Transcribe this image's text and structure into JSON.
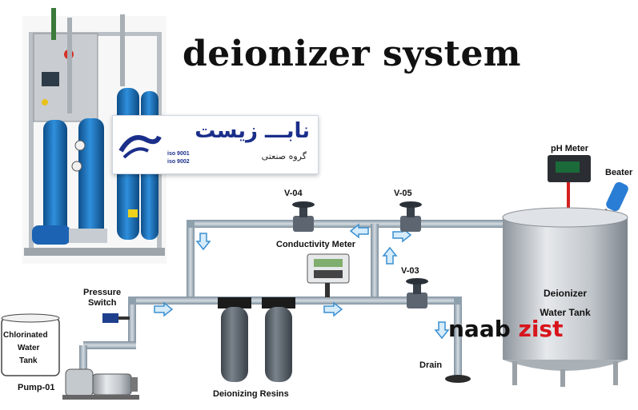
{
  "title": "deionizer system",
  "logo": {
    "brand_fa": "نابـــ زیست",
    "subtitle_fa": "گروه صنعتی",
    "iso_1": "iso 9001",
    "iso_2": "iso 9002"
  },
  "watermark": {
    "part1": "naab",
    "part2": "zist"
  },
  "labels": {
    "v04": "V-04",
    "v05": "V-05",
    "v03": "V-03",
    "ph_meter": "pH Meter",
    "beater": "Beater",
    "conductivity_meter": "Conductivity Meter",
    "pressure_switch_1": "Pressure",
    "pressure_switch_2": "Switch",
    "chlorinated_1": "Chlorinated",
    "chlorinated_2": "Water",
    "chlorinated_3": "Tank",
    "pump": "Pump-01",
    "deionizing_resins": "Deionizing Resins",
    "drain": "Drain",
    "deionizer_tank_1": "Deionizer",
    "deionizer_tank_2": "Water Tank"
  },
  "colors": {
    "pipe": "#9fb0bd",
    "pipe_edge": "#6f8291",
    "tank_steel": "#c9ced3",
    "resin": "#5d6670",
    "vessel_blue": "#1f79c4",
    "watermark_red": "#d8141c"
  }
}
